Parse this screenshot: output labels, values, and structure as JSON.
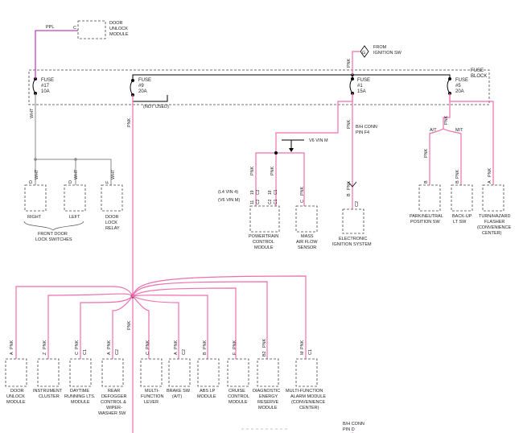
{
  "title_block": {
    "line1": "FUSE",
    "line2": "BLOCK"
  },
  "fuses": [
    {
      "name": "FUSE",
      "num": "#17",
      "amp": "10A"
    },
    {
      "name": "FUSE",
      "num": "#9",
      "amp": "20A"
    },
    {
      "name": "FUSE",
      "num": "#1",
      "amp": "15A"
    },
    {
      "name": "FUSE",
      "num": "#5",
      "amp": "20A"
    }
  ],
  "door_unlock_top": {
    "l1": "DOOR",
    "l2": "UNLOCK",
    "l3": "MODULE",
    "pin": "C",
    "wire": "PPL"
  },
  "ignition": {
    "pin": "G",
    "l1": "FROM",
    "l2": "IGNITION SW",
    "wire": "PNK"
  },
  "not_used": "(NOT USED)",
  "wire_labels": {
    "wht": "WHT",
    "pnk": "PNK"
  },
  "switches": [
    {
      "pin": "D",
      "wire": "WHT",
      "l1": "RIGHT",
      "l2": "",
      "l3": ""
    },
    {
      "pin": "D",
      "wire": "WHT",
      "l1": "LEFT",
      "l2": "",
      "l3": ""
    },
    {
      "pin": "F",
      "wire": "WHT",
      "l1": "DOOR",
      "l2": "LOCK",
      "l3": "RELAY"
    }
  ],
  "switch_group": {
    "l1": "FRONT DOOR",
    "l2": "LOCK SWITCHES"
  },
  "v6_vin": "V6 VIN M",
  "vin_notes": {
    "l4": "(L4 VIN 4)",
    "v6": "(V6 VIN M)"
  },
  "pcm": {
    "l1": "POWERTRAIN",
    "l2": "CONTROL",
    "l3": "MODULE",
    "pins_l4": [
      "19",
      "C2"
    ],
    "pins_v6": [
      "11",
      "C2"
    ],
    "pins_l4b": [
      "18",
      "C1"
    ],
    "pins_v6b": [
      "C2",
      "C1"
    ]
  },
  "maf": {
    "pin": "C",
    "wire": "PNK",
    "l1": "MASS",
    "l2": "AIR FLOW",
    "l3": "SENSOR"
  },
  "bh_conn_top": {
    "l1": "B/H CONN",
    "l2": "PIN F4"
  },
  "eis": {
    "pin": "B",
    "wire": "PNK",
    "conn": "C2",
    "l1": "ELECTRONIC",
    "l2": "IGNITION SYSTEM"
  },
  "trans": {
    "at": "A/T",
    "mt": "M/T"
  },
  "right_modules": [
    {
      "pin": "B",
      "wire": "PNK",
      "l1": "PARK/NEUTRAL",
      "l2": "POSITION SW",
      "l3": ""
    },
    {
      "pin": "B",
      "wire": "PNK",
      "l1": "BACK-UP",
      "l2": "LT SW",
      "l3": ""
    },
    {
      "pin": "A",
      "wire": "PNK",
      "l1": "TURN/HAZARD",
      "l2": "FLASHER",
      "l3": "(CONVENIENCE",
      "l4": "CENTER)"
    }
  ],
  "bottom_modules": [
    {
      "pin": "A",
      "wire": "PNK",
      "conn": "",
      "lines": [
        "DOOR",
        "UNLOCK",
        "MODULE"
      ]
    },
    {
      "pin": "Z",
      "wire": "PNK",
      "conn": "",
      "lines": [
        "INSTRUMENT",
        "CLUSTER"
      ]
    },
    {
      "pin": "C",
      "wire": "PNK",
      "conn": "C1",
      "lines": [
        "DAYTIME",
        "RUNNING LTS.",
        "MODULE"
      ]
    },
    {
      "pin": "A",
      "wire": "PNK",
      "conn": "C2",
      "lines": [
        "REAR",
        "DEFOGGER",
        "CONTROL &",
        "WIPER-",
        "WASHER SW"
      ]
    },
    {
      "pin": "C",
      "wire": "PNK",
      "conn": "",
      "lines": [
        "MULTI-",
        "FUNCTION",
        "LEVER"
      ]
    },
    {
      "pin": "A",
      "wire": "PNK",
      "conn": "C2",
      "lines": [
        "BRAKE SW",
        "(A/T)"
      ]
    },
    {
      "pin": "B",
      "wire": "PNK",
      "conn": "",
      "lines": [
        "ABS LP",
        "MODULE"
      ]
    },
    {
      "pin": "F",
      "wire": "PNK",
      "conn": "",
      "lines": [
        "CRUISE",
        "CONTROL",
        "MODULE"
      ]
    },
    {
      "pin": "B2",
      "wire": "PNK",
      "conn": "",
      "lines": [
        "DIAGNOSTIC",
        "ENERGY",
        "RESERVE",
        "MODULE"
      ]
    },
    {
      "pin": "M",
      "wire": "PNK",
      "conn": "C1",
      "lines": [
        "MULTI-FUNCTION",
        "ALARM MODULE",
        "(CONVENIENCE",
        "CENTER)"
      ]
    }
  ],
  "bh_conn_bottom": {
    "l1": "B/H CONN",
    "l2": "PIN D"
  }
}
